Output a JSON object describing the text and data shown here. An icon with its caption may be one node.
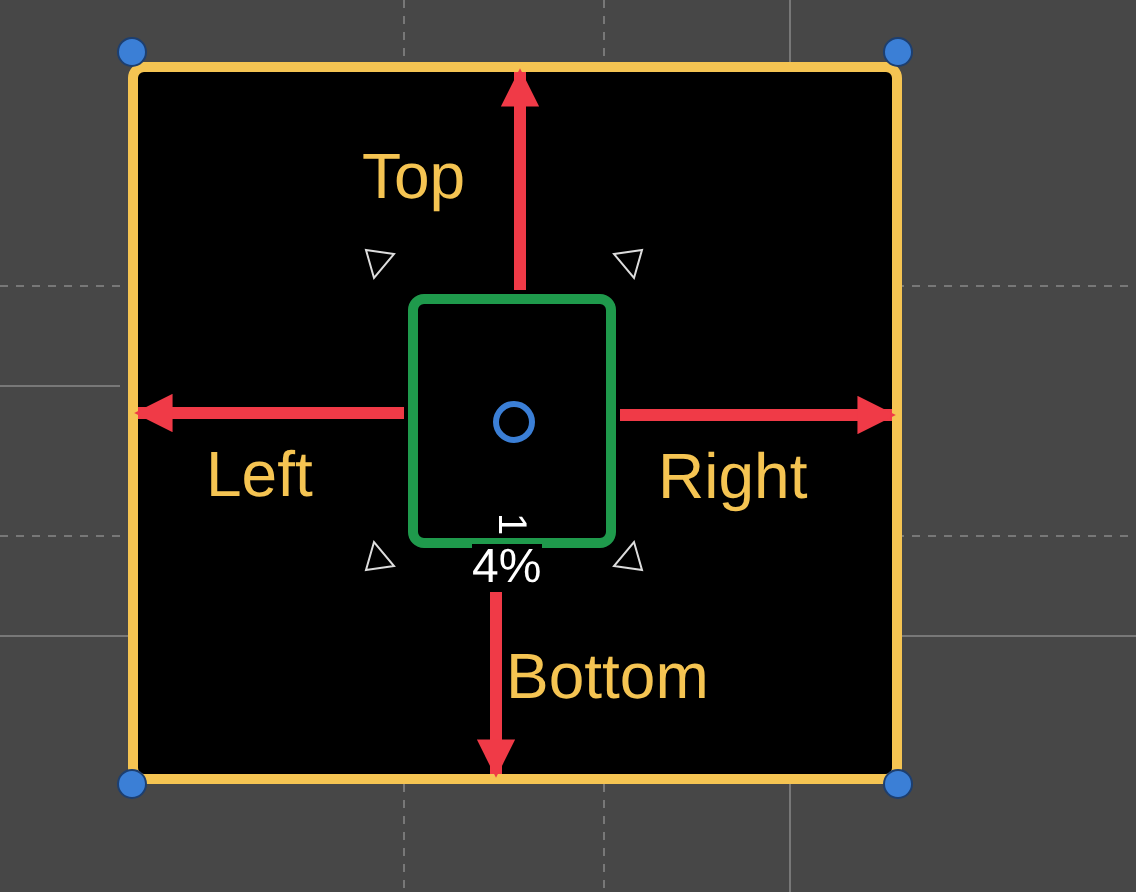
{
  "diagram": {
    "nodes": [
      {
        "text": [],
        "shape": "box"
      },
      {
        "text": [],
        "shape": "box",
        "in": 0
      }
    ],
    "edges": [
      {
        "from": 1,
        "to": 0,
        "arrow": "to"
      },
      {
        "from": 1,
        "to": 0,
        "arrow": "to"
      },
      {
        "from": 1,
        "to": 0,
        "arrow": "to"
      },
      {
        "from": 1,
        "to": 0,
        "arrow": "to"
      }
    ],
    "labels": [
      "Top",
      "Left",
      "Right",
      "Bottom",
      "1",
      "4%"
    ]
  }
}
